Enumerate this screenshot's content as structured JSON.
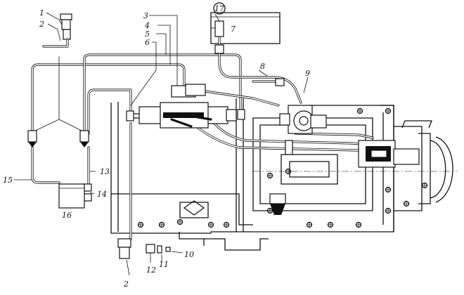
{
  "labels": [
    {
      "key": "l1",
      "text": "1"
    },
    {
      "key": "l2a",
      "text": "2"
    },
    {
      "key": "l3",
      "text": "3"
    },
    {
      "key": "l4",
      "text": "4"
    },
    {
      "key": "l5",
      "text": "5"
    },
    {
      "key": "l6",
      "text": "6"
    },
    {
      "key": "l17",
      "text": "17"
    },
    {
      "key": "l7",
      "text": "7"
    },
    {
      "key": "l8",
      "text": "8"
    },
    {
      "key": "l9",
      "text": "9"
    },
    {
      "key": "l13",
      "text": "13"
    },
    {
      "key": "l14",
      "text": "14"
    },
    {
      "key": "l15",
      "text": "15"
    },
    {
      "key": "l16",
      "text": "16"
    },
    {
      "key": "l2b",
      "text": "2"
    },
    {
      "key": "l12",
      "text": "12"
    },
    {
      "key": "l11",
      "text": "11"
    },
    {
      "key": "l10",
      "text": "10"
    }
  ]
}
